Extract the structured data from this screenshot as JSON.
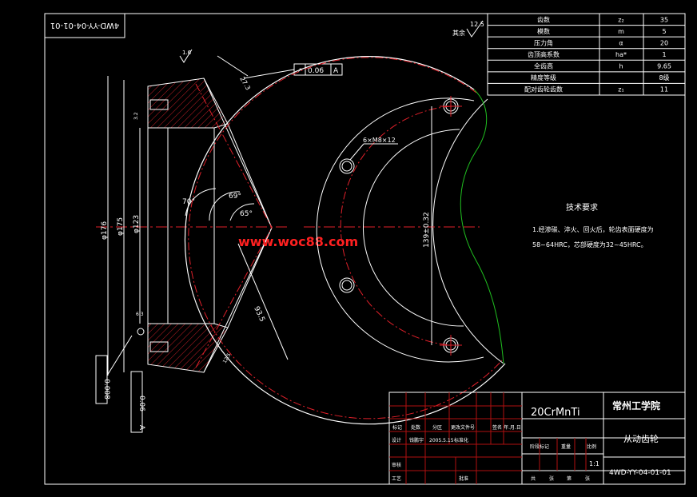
{
  "drawing_number_rotated": "4WD-YY-04-01-01",
  "roughness": {
    "other": "其余",
    "value": "12.5"
  },
  "params": {
    "rows": [
      {
        "name": "齿数",
        "symbol": "z₂",
        "value": "35"
      },
      {
        "name": "模数",
        "symbol": "m",
        "value": "5"
      },
      {
        "name": "压力角",
        "symbol": "α",
        "value": "20"
      },
      {
        "name": "齿顶高系数",
        "symbol": "ha*",
        "value": "1"
      },
      {
        "name": "全齿高",
        "symbol": "h",
        "value": "9.65"
      },
      {
        "name": "精度等级",
        "symbol": "",
        "value": "8级"
      },
      {
        "name": "配对齿轮齿数",
        "symbol": "z₁",
        "value": "11"
      }
    ]
  },
  "dims": {
    "d176": "φ176",
    "d175": "φ175",
    "d123": "φ123",
    "runout_val": "0.06",
    "runout_datum": "A",
    "chamfer": "1.6",
    "gd_small": "12.5",
    "ang70": "70°",
    "ang69": "69°",
    "ang65": "65°",
    "len93": "93.5",
    "len27": "27.3",
    "hole_spec": "6×M8×12",
    "bolt_dim": "139±0.32",
    "left_box1": "0.008",
    "left_box2": "0.06",
    "left_box2_datum": "A",
    "small_1": "3.2",
    "small_2": "6.3",
    "small_3": "12.5"
  },
  "watermark": "www.woc88.com",
  "tech": {
    "title": "技术要求",
    "line1": "1.经渗碳、淬火、回火后，轮齿表面硬度为",
    "line2": "58~64HRC，芯部硬度为32~45HRC。"
  },
  "title_block": {
    "material": "20CrMnTi",
    "school": "常州工学院",
    "part_name": "从动齿轮",
    "drawing_no": "4WD-YY-04-01-01",
    "scale": "1:1",
    "header_labels": [
      "标记",
      "处数",
      "分区",
      "更改文件号",
      "签名",
      "年.月.日"
    ],
    "design_label": "设计",
    "designer": "钱鹏宇",
    "date": "2005.5.15",
    "std_label": "标准化",
    "stage_labels": [
      "阶段标记",
      "重量",
      "比例"
    ],
    "review_label": "审核",
    "process_label": "工艺",
    "approve_label": "批准",
    "sheet_labels": [
      "共",
      "张",
      "第",
      "张"
    ]
  }
}
